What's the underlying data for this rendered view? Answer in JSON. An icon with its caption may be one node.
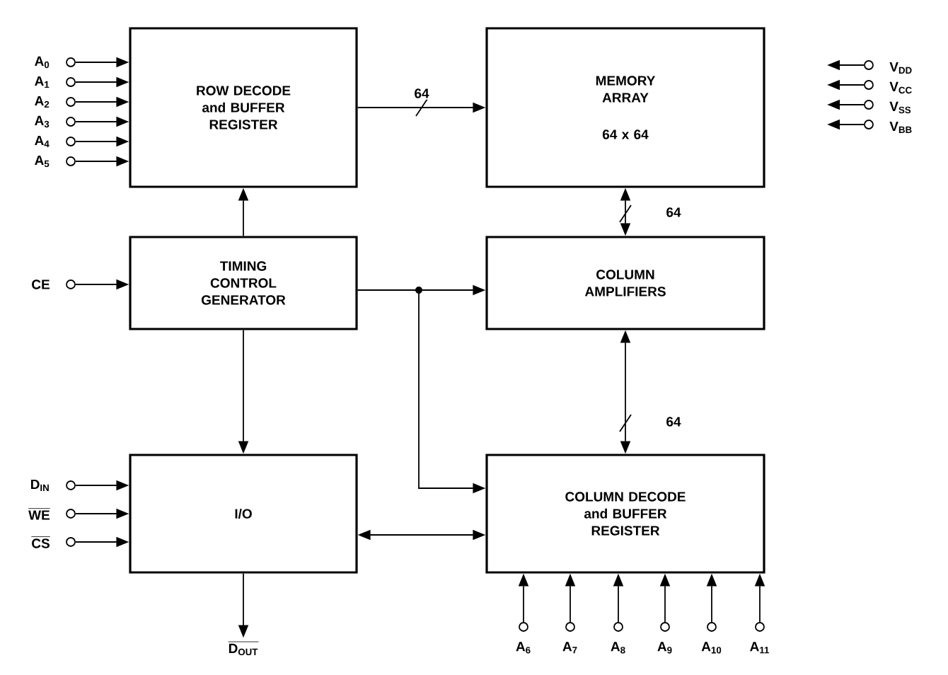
{
  "diagram": {
    "nodes": [
      {
        "text": [
          "ROW DECODE and BUFFER REGISTER"
        ]
      },
      {
        "text": [
          "MEMORY ARRAY",
          "64 x 64"
        ]
      },
      {
        "text": [
          "TIMING CONTROL GENERATOR"
        ]
      },
      {
        "text": [
          "COLUMN AMPLIFIERS"
        ]
      },
      {
        "text": [
          "I/O"
        ]
      },
      {
        "text": [
          "COLUMN DECODE and BUFFER REGISTER"
        ]
      },
      {
        "text": [],
        "shape": "circle",
        "beside": [
          "A$_{0}$"
        ]
      },
      {
        "text": [],
        "shape": "circle",
        "beside": [
          "A$_{1}$"
        ]
      },
      {
        "text": [],
        "shape": "circle",
        "beside": [
          "A$_{2}$"
        ]
      },
      {
        "text": [],
        "shape": "circle",
        "beside": [
          "A$_{3}$"
        ]
      },
      {
        "text": [],
        "shape": "circle",
        "beside": [
          "A$_{4}$"
        ]
      },
      {
        "text": [],
        "shape": "circle",
        "beside": [
          "A$_{5}$"
        ]
      },
      {
        "text": [],
        "shape": "circle",
        "beside": [
          "V$_{DD}$"
        ]
      },
      {
        "text": [],
        "shape": "circle",
        "beside": [
          "V$_{CC}$"
        ]
      },
      {
        "text": [],
        "shape": "circle",
        "beside": [
          "V$_{SS}$"
        ]
      },
      {
        "text": [],
        "shape": "circle",
        "beside": [
          "V$_{BB}$"
        ]
      },
      {
        "text": [],
        "shape": "circle",
        "beside": [
          "CE"
        ]
      },
      {
        "text": [],
        "shape": "circle",
        "beside": [
          "D$_{IN}$"
        ]
      },
      {
        "text": [],
        "shape": "circle",
        "beside": [
          "WE"
        ]
      },
      {
        "text": [],
        "shape": "circle",
        "beside": [
          "CS"
        ]
      },
      {
        "text": [
          "D$_{OUT}$"
        ]
      },
      {
        "text": [],
        "shape": "circle",
        "beside": [
          "A$_{6}$"
        ]
      },
      {
        "text": [],
        "shape": "circle",
        "beside": [
          "A$_{7}$"
        ]
      },
      {
        "text": [],
        "shape": "circle",
        "beside": [
          "A$_{8}$"
        ]
      },
      {
        "text": [],
        "shape": "circle",
        "beside": [
          "A$_{9}$"
        ]
      },
      {
        "text": [],
        "shape": "circle",
        "beside": [
          "A$_{10}$"
        ]
      },
      {
        "text": [],
        "shape": "circle",
        "beside": [
          "A$_{11}$"
        ]
      }
    ],
    "edges": [
      {
        "from": 0,
        "to": 1,
        "arrow": "to",
        "label": "64"
      },
      {
        "from": 2,
        "to": 0,
        "arrow": "to"
      },
      {
        "from": 1,
        "to": 3,
        "arrow": "both",
        "label": "64"
      },
      {
        "from": 3,
        "to": 5,
        "arrow": "both",
        "label": "64"
      },
      {
        "from": 2,
        "to": 3,
        "arrow": "to"
      },
      {
        "from": 2,
        "to": 5,
        "arrow": "to"
      },
      {
        "from": 2,
        "to": 4,
        "arrow": "to"
      },
      {
        "from": 4,
        "to": 5,
        "arrow": "both"
      },
      {
        "from": 4,
        "to": 20,
        "arrow": "to"
      },
      {
        "from": 6,
        "to": 0,
        "arrow": "to"
      },
      {
        "from": 7,
        "to": 0,
        "arrow": "to"
      },
      {
        "from": 8,
        "to": 0,
        "arrow": "to"
      },
      {
        "from": 9,
        "to": 0,
        "arrow": "to"
      },
      {
        "from": 10,
        "to": 0,
        "arrow": "to"
      },
      {
        "from": 11,
        "to": 0,
        "arrow": "to"
      },
      {
        "from": 12,
        "to": null,
        "arrow": "to"
      },
      {
        "from": 13,
        "to": null,
        "arrow": "to"
      },
      {
        "from": 14,
        "to": null,
        "arrow": "to"
      },
      {
        "from": 15,
        "to": null,
        "arrow": "to"
      },
      {
        "from": 16,
        "to": 2,
        "arrow": "to"
      },
      {
        "from": 17,
        "to": 4,
        "arrow": "to"
      },
      {
        "from": 18,
        "to": 4,
        "arrow": "to"
      },
      {
        "from": 19,
        "to": 4,
        "arrow": "to"
      },
      {
        "from": 21,
        "to": 5,
        "arrow": "to"
      },
      {
        "from": 22,
        "to": 5,
        "arrow": "to"
      },
      {
        "from": 23,
        "to": 5,
        "arrow": "to"
      },
      {
        "from": 24,
        "to": 5,
        "arrow": "to"
      },
      {
        "from": 25,
        "to": 5,
        "arrow": "to"
      },
      {
        "from": 26,
        "to": 5,
        "arrow": "to"
      }
    ]
  }
}
